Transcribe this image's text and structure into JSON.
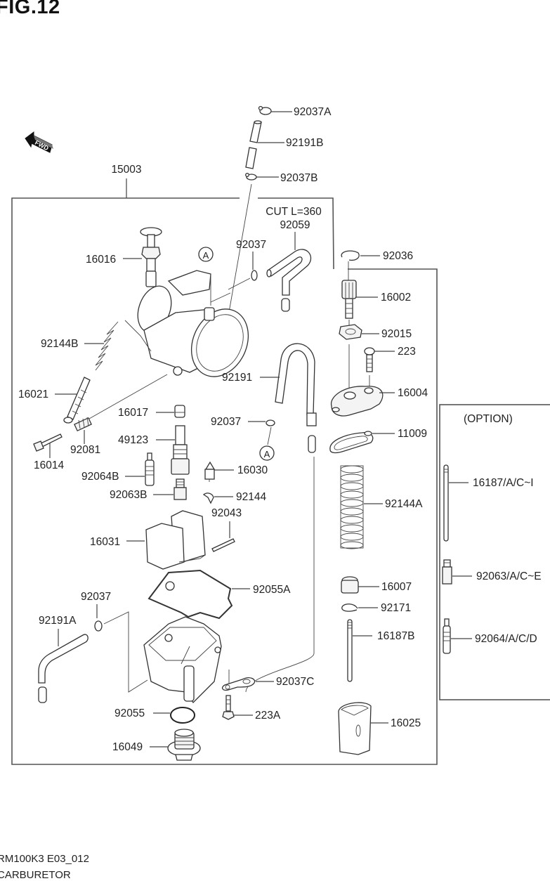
{
  "figure": {
    "title": "FIG.12",
    "code": "RM100K3 E03_012",
    "name": "CARBURETOR"
  },
  "direction_marker": {
    "label": "FWD",
    "icon": "forward-arrow-icon"
  },
  "option_box": {
    "title": "(OPTION)"
  },
  "note": {
    "cut_length": "CUT L=360"
  },
  "callouts": {
    "c15003": "15003",
    "c92037A": "92037A",
    "c92191B": "92191B",
    "c92037B": "92037B",
    "c92059": "92059",
    "c92037_top": "92037",
    "c92036": "92036",
    "c16002": "16002",
    "c16016": "16016",
    "ref_A_top": "A",
    "c92144B": "92144B",
    "c92015": "92015",
    "c223": "223",
    "c92191": "92191",
    "c16004": "16004",
    "c16021": "16021",
    "c16017": "16017",
    "c92037_mid": "92037",
    "ref_A_mid": "A",
    "c11009": "11009",
    "c49123": "49123",
    "c92081": "92081",
    "c16014": "16014",
    "c16030": "16030",
    "c92064B": "92064B",
    "c92063B": "92063B",
    "c92144": "92144",
    "c92043": "92043",
    "c92144A": "92144A",
    "c16031": "16031",
    "c92055A": "92055A",
    "c92037_low": "92037",
    "c92191A": "92191A",
    "c16007": "16007",
    "c92171": "92171",
    "c16187B": "16187B",
    "c92037C": "92037C",
    "c92055": "92055",
    "c223A": "223A",
    "c16025": "16025",
    "c16049": "16049",
    "opt_16187": "16187/A/C~I",
    "opt_92063": "92063/A/C~E",
    "opt_92064": "92064/A/C/D"
  }
}
